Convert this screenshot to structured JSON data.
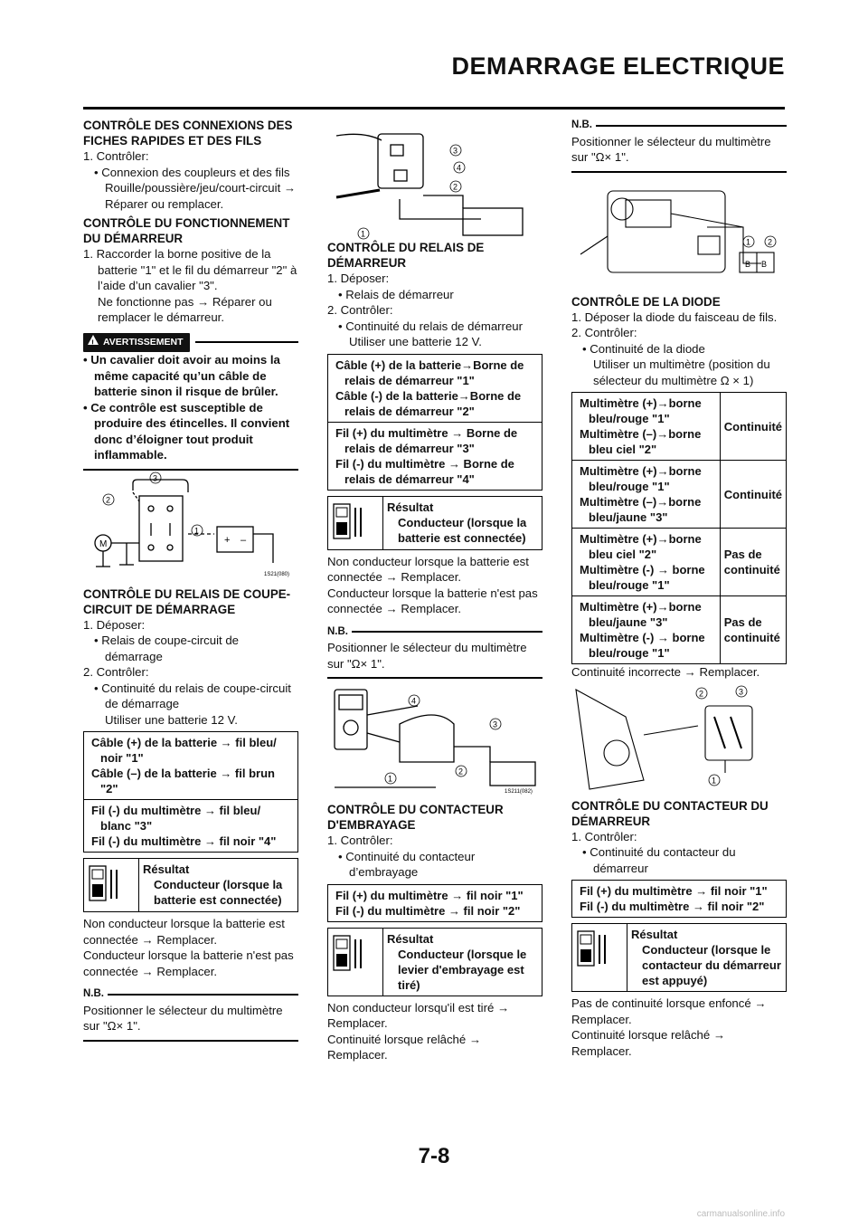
{
  "header": {
    "title": "DEMARRAGE ELECTRIQUE"
  },
  "page_number": "7-8",
  "watermark": "carmanualsonline.info",
  "col1": {
    "s1_title": "CONTRÔLE DES CONNEXIONS DES FICHES RAPIDES ET DES FILS",
    "s1_step1": "1. Contrôler:",
    "s1_b1": "• Connexion des coupleurs et des fils",
    "s1_b1_sub": "Rouille/poussière/jeu/court-circuit → Réparer ou remplacer.",
    "s2_title": "CONTRÔLE DU FONCTIONNEMENT DU DÉMARREUR",
    "s2_step1": "1. Raccorder la borne positive de la batterie \"1\" et le fil du démarreur \"2\" à l’aide d’un cavalier \"3\".",
    "s2_step1_sub": "Ne fonctionne pas → Réparer ou remplacer le démarreur.",
    "warning_label": "AVERTISSEMENT",
    "warn_b1": "• Un cavalier doit avoir au moins la même capacité qu’un câble de batterie sinon il risque de brûler.",
    "warn_b2": "• Ce contrôle est susceptible de produire des étincelles. Il convient donc d’éloigner tout produit inflammable.",
    "fig1": {
      "c1": "1",
      "c2": "2",
      "c3": "3",
      "m": "M",
      "plus": "+",
      "minus": "–",
      "code": "1S21(080)"
    },
    "s3_title": "CONTRÔLE DU RELAIS DE COUPE-CIRCUIT DE DÉMARRAGE",
    "s3_step1": "1. Déposer:",
    "s3_b1": "• Relais de coupe-circuit de démarrage",
    "s3_step2": "2. Contrôler:",
    "s3_b2": "• Continuité du relais de coupe-circuit de démarrage",
    "s3_b2_sub": "Utiliser une batterie 12 V.",
    "s3_t1": "Câble (+) de la batterie → fil bleu/ noir \"1\"",
    "s3_t2": "Câble (–) de la batterie → fil brun \"2\"",
    "s3_t3": "Fil (-) du multimètre → fil bleu/ blanc \"3\"",
    "s3_t4": "Fil (-) du multimètre → fil noir \"4\"",
    "s3_res_label": "Résultat",
    "s3_res_val": "Conducteur (lorsque la batterie est connectée)",
    "s3_after1": "Non conducteur lorsque la batterie est connectée → Remplacer.",
    "s3_after2": "Conducteur lorsque la batterie n'est pas connectée → Remplacer.",
    "nb_label": "N.B.",
    "nb_text": "Positionner le sélecteur du multimètre sur \"Ω× 1\"."
  },
  "col2": {
    "fig2": {
      "c1": "1",
      "c2": "2",
      "c3": "3",
      "c4": "4"
    },
    "s1_title": "CONTRÔLE DU RELAIS DE DÉMARREUR",
    "s1_step1": "1. Déposer:",
    "s1_b1": "• Relais de démarreur",
    "s1_step2": "2. Contrôler:",
    "s1_b2": "• Continuité du relais de démarreur",
    "s1_b2_sub": "Utiliser une batterie 12 V.",
    "t1": "Câble (+) de la batterie→Borne de relais de démarreur \"1\"",
    "t2": "Câble (-) de la batterie→Borne de relais de démarreur \"2\"",
    "t3": "Fil (+) du multimètre → Borne de relais de démarreur \"3\"",
    "t4": "Fil (-) du multimètre → Borne de relais de démarreur \"4\"",
    "res_label": "Résultat",
    "res_val": "Conducteur (lorsque la batterie est connectée)",
    "after1": "Non conducteur lorsque la batterie est connectée → Remplacer.",
    "after2": "Conducteur lorsque la batterie n'est pas connectée → Remplacer.",
    "nb_label": "N.B.",
    "nb_text": "Positionner le sélecteur du multimètre sur \"Ω× 1\".",
    "fig3": {
      "c1": "1",
      "c2": "2",
      "c3": "3",
      "c4": "4",
      "code": "1S211(082)"
    },
    "s2_title": "CONTRÔLE DU CONTACTEUR D'EMBRAYAGE",
    "s2_step1": "1. Contrôler:",
    "s2_b1": "• Continuité du contacteur d’embrayage",
    "s2_t1": "Fil (+) du multimètre → fil noir \"1\"",
    "s2_t2": "Fil (-) du multimètre → fil noir \"2\"",
    "s2_res_label": "Résultat",
    "s2_res_val": "Conducteur (lorsque le levier d'embrayage est tiré)",
    "s2_after1": "Non conducteur lorsqu'il est tiré → Remplacer.",
    "s2_after2": "Continuité lorsque relâché → Remplacer."
  },
  "col3": {
    "nb_label": "N.B.",
    "nb_text": "Positionner le sélecteur du multimètre sur \"Ω× 1\".",
    "fig4": {
      "c1": "1",
      "c2": "2",
      "b1": "B",
      "b2": "B"
    },
    "s1_title": "CONTRÔLE DE LA DIODE",
    "s1_step1": "1. Déposer la diode du faisceau de fils.",
    "s1_step2": "2. Contrôler:",
    "s1_b1": "• Continuité de la diode",
    "s1_b1_sub": "Utiliser un multimètre (position du sélecteur du multimètre Ω × 1)",
    "rows": [
      {
        "a": "Multimètre (+)→borne bleu/rouge \"1\"",
        "b": "Multimètre (–)→borne bleu ciel \"2\"",
        "r": "Continuité"
      },
      {
        "a": "Multimètre (+)→borne bleu/rouge \"1\"",
        "b": "Multimètre (–)→borne bleu/jaune \"3\"",
        "r": "Continuité"
      },
      {
        "a": "Multimètre (+)→borne bleu ciel \"2\"",
        "b": "Multimètre (-) → borne bleu/rouge \"1\"",
        "r": "Pas de continuité"
      },
      {
        "a": "Multimètre (+)→borne bleu/jaune \"3\"",
        "b": "Multimètre (-) → borne bleu/rouge \"1\"",
        "r": "Pas de continuité"
      }
    ],
    "s1_after": "Continuité incorrecte → Remplacer.",
    "fig5": {
      "c1": "1",
      "c2": "2",
      "c3": "3"
    },
    "s2_title": "CONTRÔLE DU CONTACTEUR DU DÉMARREUR",
    "s2_step1": "1. Contrôler:",
    "s2_b1": "• Continuité du contacteur du démarreur",
    "s2_t1": "Fil (+) du multimètre → fil noir \"1\"",
    "s2_t2": "Fil (-) du multimètre → fil noir \"2\"",
    "s2_res_label": "Résultat",
    "s2_res_val": "Conducteur (lorsque le contacteur du démarreur est appuyé)",
    "s2_after1": "Pas de continuité lorsque enfoncé → Remplacer.",
    "s2_after2": "Continuité lorsque relâché → Remplacer."
  }
}
